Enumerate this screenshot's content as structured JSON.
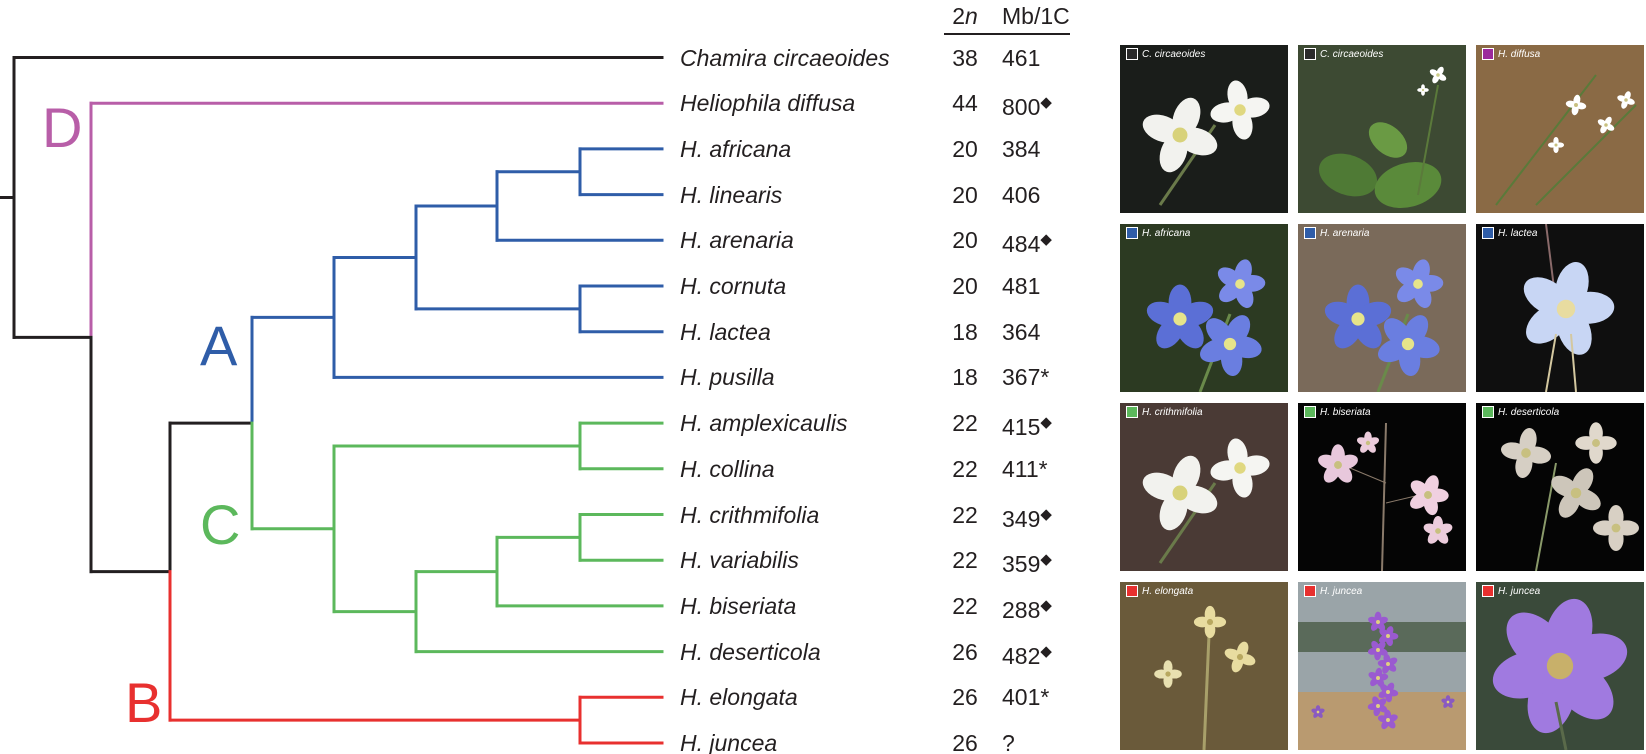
{
  "header": {
    "chromosome_col": "2n",
    "genome_col": "Mb/1C"
  },
  "colors": {
    "black": "#231f20",
    "clade_A": "#2f5da8",
    "clade_B": "#e8302f",
    "clade_C": "#5cb85c",
    "clade_D": "#b85ea8"
  },
  "clades": [
    {
      "label": "A",
      "color": "#2f5da8"
    },
    {
      "label": "B",
      "color": "#e8302f"
    },
    {
      "label": "C",
      "color": "#5cb85c"
    },
    {
      "label": "D",
      "color": "#b85ea8"
    }
  ],
  "taxa": [
    {
      "name": "Chamira circaeoides",
      "n": "38",
      "mb": "461",
      "mark": ""
    },
    {
      "name": "Heliophila diffusa",
      "n": "44",
      "mb": "800",
      "mark": "◆"
    },
    {
      "name": "H. africana",
      "n": "20",
      "mb": "384",
      "mark": ""
    },
    {
      "name": "H. linearis",
      "n": "20",
      "mb": "406",
      "mark": ""
    },
    {
      "name": "H. arenaria",
      "n": "20",
      "mb": "484",
      "mark": "◆"
    },
    {
      "name": "H. cornuta",
      "n": "20",
      "mb": "481",
      "mark": ""
    },
    {
      "name": "H. lactea",
      "n": "18",
      "mb": "364",
      "mark": ""
    },
    {
      "name": "H. pusilla",
      "n": "18",
      "mb": "367*",
      "mark": ""
    },
    {
      "name": "H. amplexicaulis",
      "n": "22",
      "mb": "415",
      "mark": "◆"
    },
    {
      "name": "H. collina",
      "n": "22",
      "mb": "411*",
      "mark": ""
    },
    {
      "name": "H. crithmifolia",
      "n": "22",
      "mb": "349",
      "mark": "◆"
    },
    {
      "name": "H. variabilis",
      "n": "22",
      "mb": "359",
      "mark": "◆"
    },
    {
      "name": "H. biseriata",
      "n": "22",
      "mb": "288",
      "mark": "◆"
    },
    {
      "name": "H. deserticola",
      "n": "26",
      "mb": "482",
      "mark": "◆"
    },
    {
      "name": "H. elongata",
      "n": "26",
      "mb": "401*",
      "mark": ""
    },
    {
      "name": "H. juncea",
      "n": "26",
      "mb": "?",
      "mark": ""
    }
  ],
  "photos": [
    {
      "label": "C. circaeoides",
      "swatch": "#2a2a2a",
      "bg": "#1a1d1a",
      "subject": "white-flower"
    },
    {
      "label": "C. circaeoides",
      "swatch": "#2a2a2a",
      "bg": "#3d4a33",
      "subject": "leafy-plant"
    },
    {
      "label": "H. diffusa",
      "swatch": "#9c2a9c",
      "bg": "#8a6a45",
      "subject": "small-white-flowers"
    },
    {
      "label": "H. africana",
      "swatch": "#2f5da8",
      "bg": "#2c3a22",
      "subject": "blue-flowers"
    },
    {
      "label": "H. arenaria",
      "swatch": "#2f5da8",
      "bg": "#7a6a5a",
      "subject": "blue-flowers"
    },
    {
      "label": "H. lactea",
      "swatch": "#2f5da8",
      "bg": "#0f0f0f",
      "subject": "pale-blue-flower"
    },
    {
      "label": "H. crithmifolia",
      "swatch": "#5cb85c",
      "bg": "#4a3a35",
      "subject": "white-flower"
    },
    {
      "label": "H. biseriata",
      "swatch": "#5cb85c",
      "bg": "#050505",
      "subject": "pink-flowers"
    },
    {
      "label": "H. deserticola",
      "swatch": "#5cb85c",
      "bg": "#050505",
      "subject": "beige-flowers"
    },
    {
      "label": "H. elongata",
      "swatch": "#e8302f",
      "bg": "#6a5a3a",
      "subject": "yellow-flowers"
    },
    {
      "label": "H. juncea",
      "swatch": "#e8302f",
      "bg": "#9aa4a8",
      "subject": "purple-spike"
    },
    {
      "label": "H. juncea",
      "swatch": "#e8302f",
      "bg": "#3a4a3a",
      "subject": "purple-flower"
    }
  ]
}
